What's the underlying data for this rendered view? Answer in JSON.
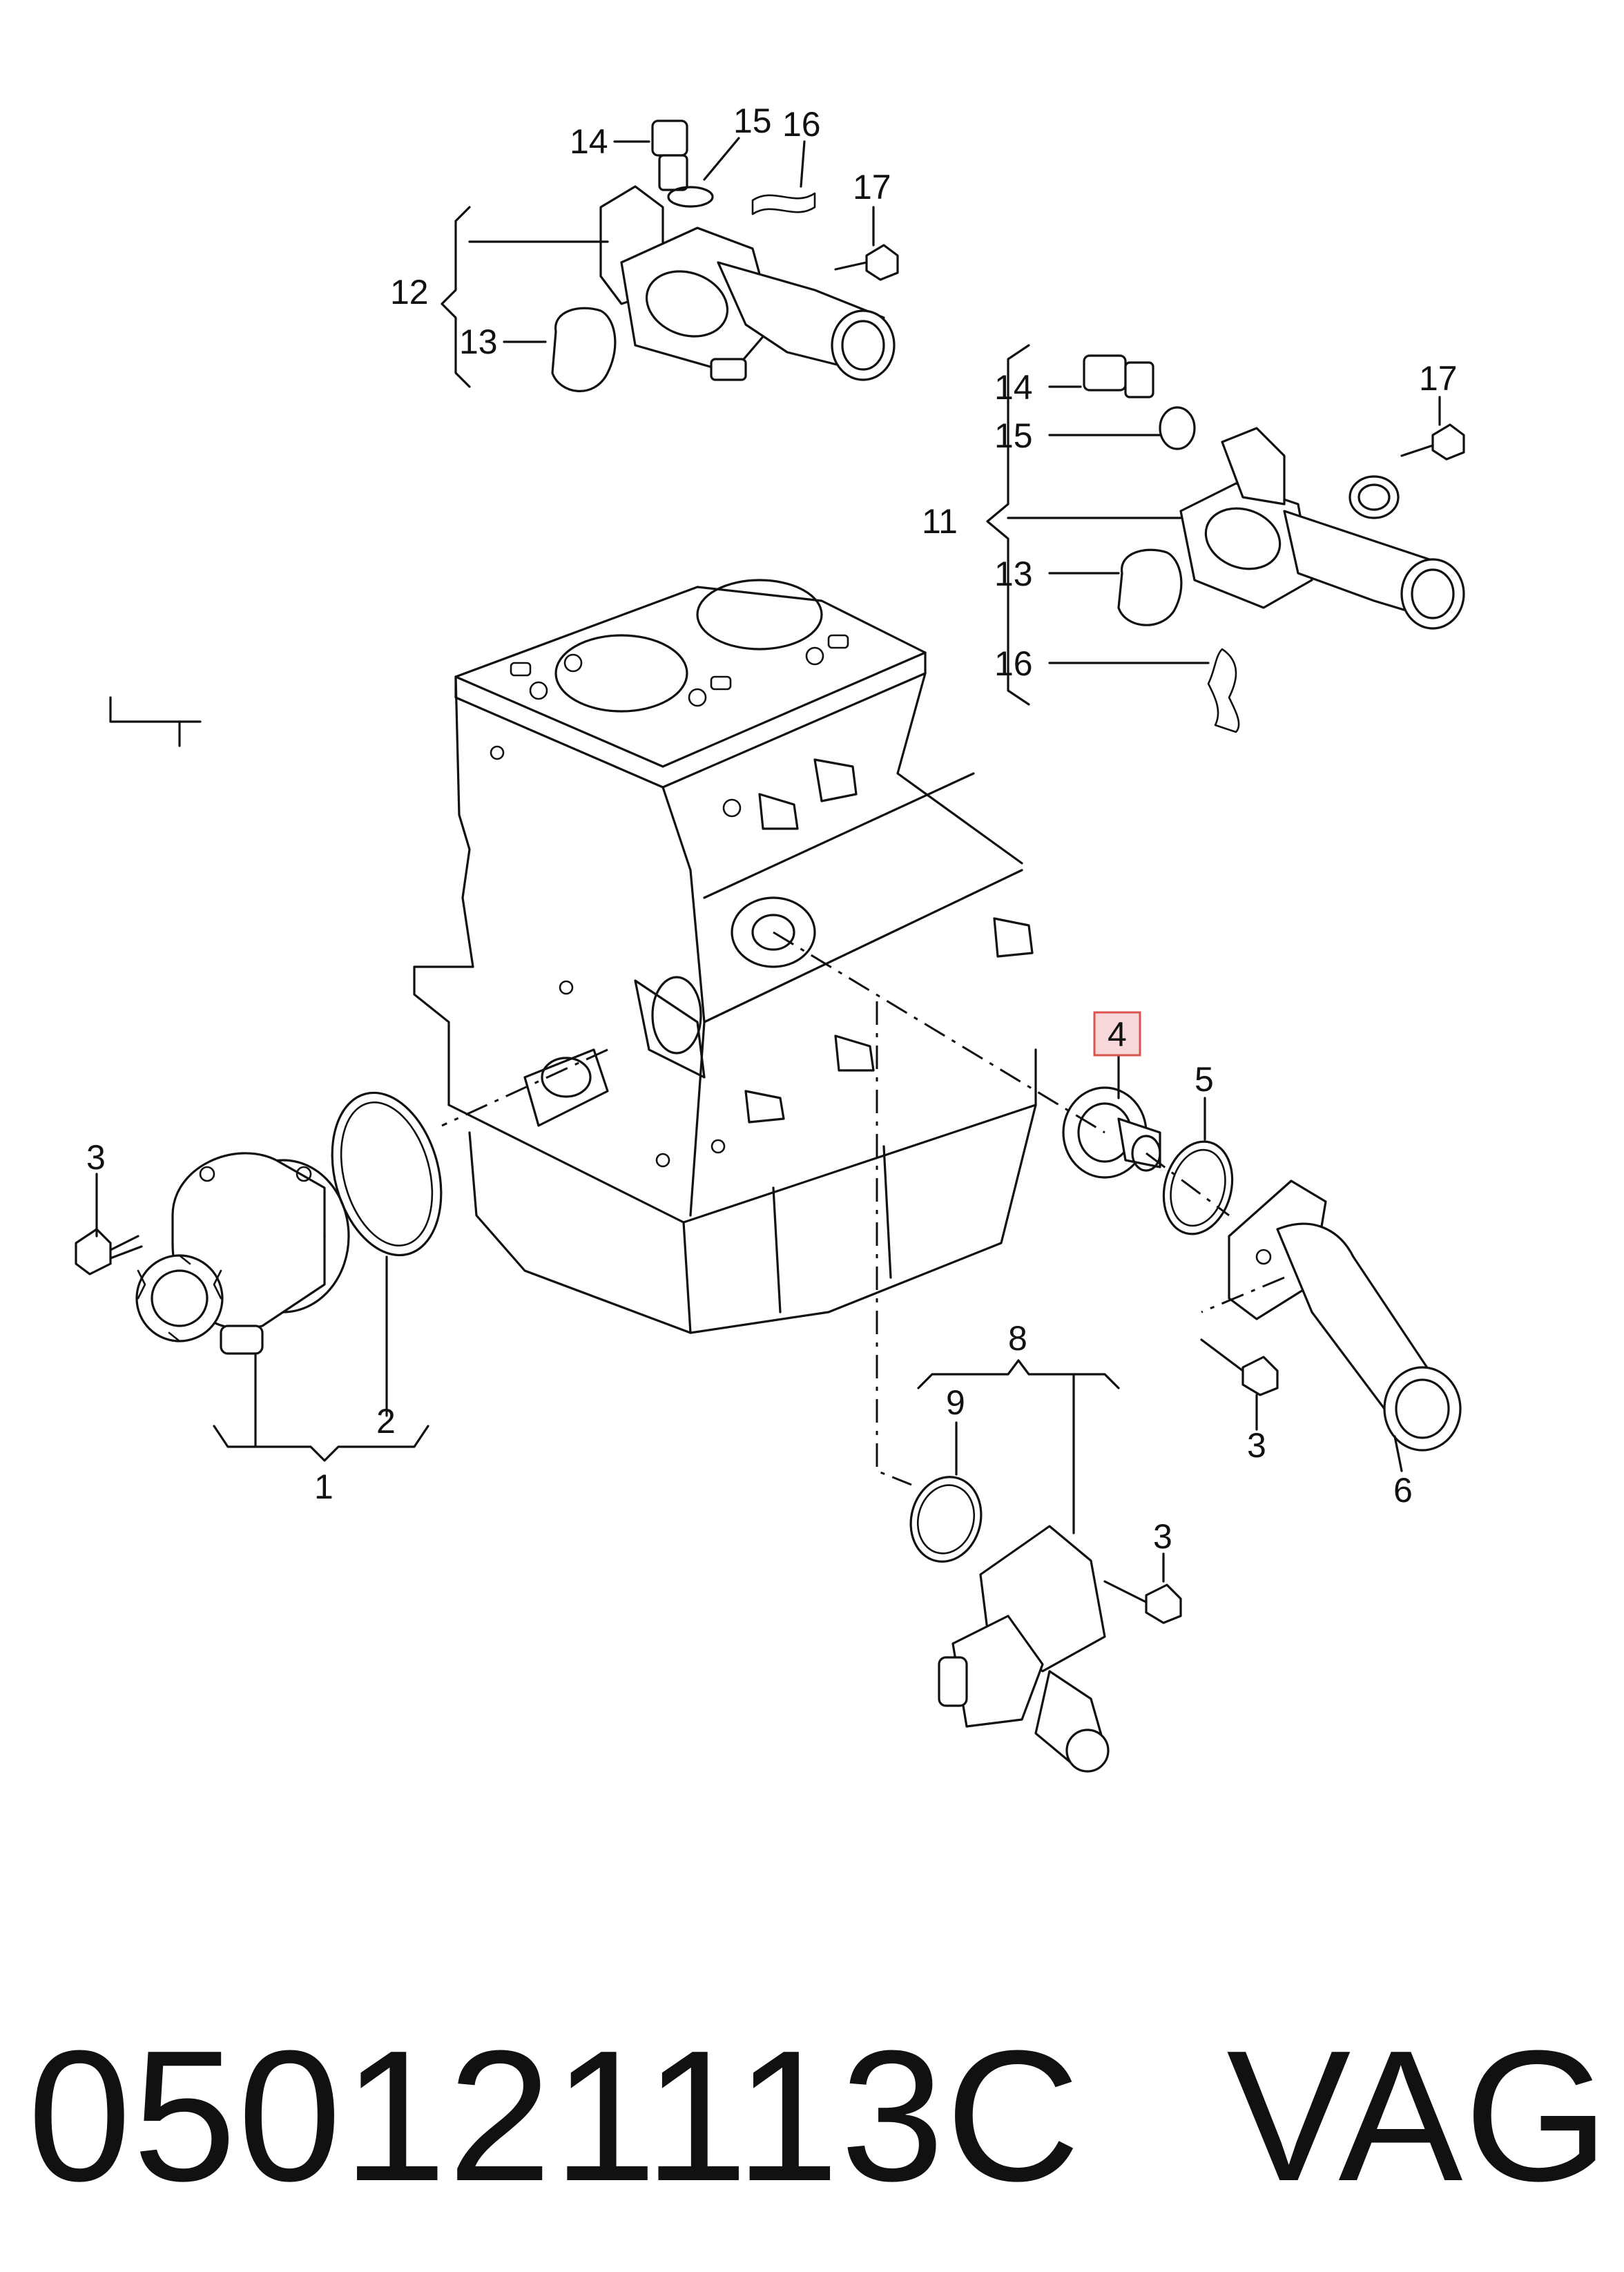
{
  "callouts": {
    "c1": "1",
    "c2": "2",
    "c3a": "3",
    "c3b": "3",
    "c3c": "3",
    "c4": "4",
    "c5": "5",
    "c6": "6",
    "c8": "8",
    "c9": "9",
    "c11": "11",
    "c12": "12",
    "c13a": "13",
    "c13b": "13",
    "c14a": "14",
    "c14b": "14",
    "c15a": "15",
    "c15b": "15",
    "c16a": "16",
    "c16b": "16",
    "c17a": "17",
    "c17b": "17"
  },
  "highlighted_callout": "4",
  "colors": {
    "line": "#111111",
    "highlight_fill": "#f8d7da",
    "highlight_border": "#d9534f",
    "background": "#ffffff"
  },
  "footer": {
    "part_number": "050121113C",
    "brand": "VAG"
  }
}
